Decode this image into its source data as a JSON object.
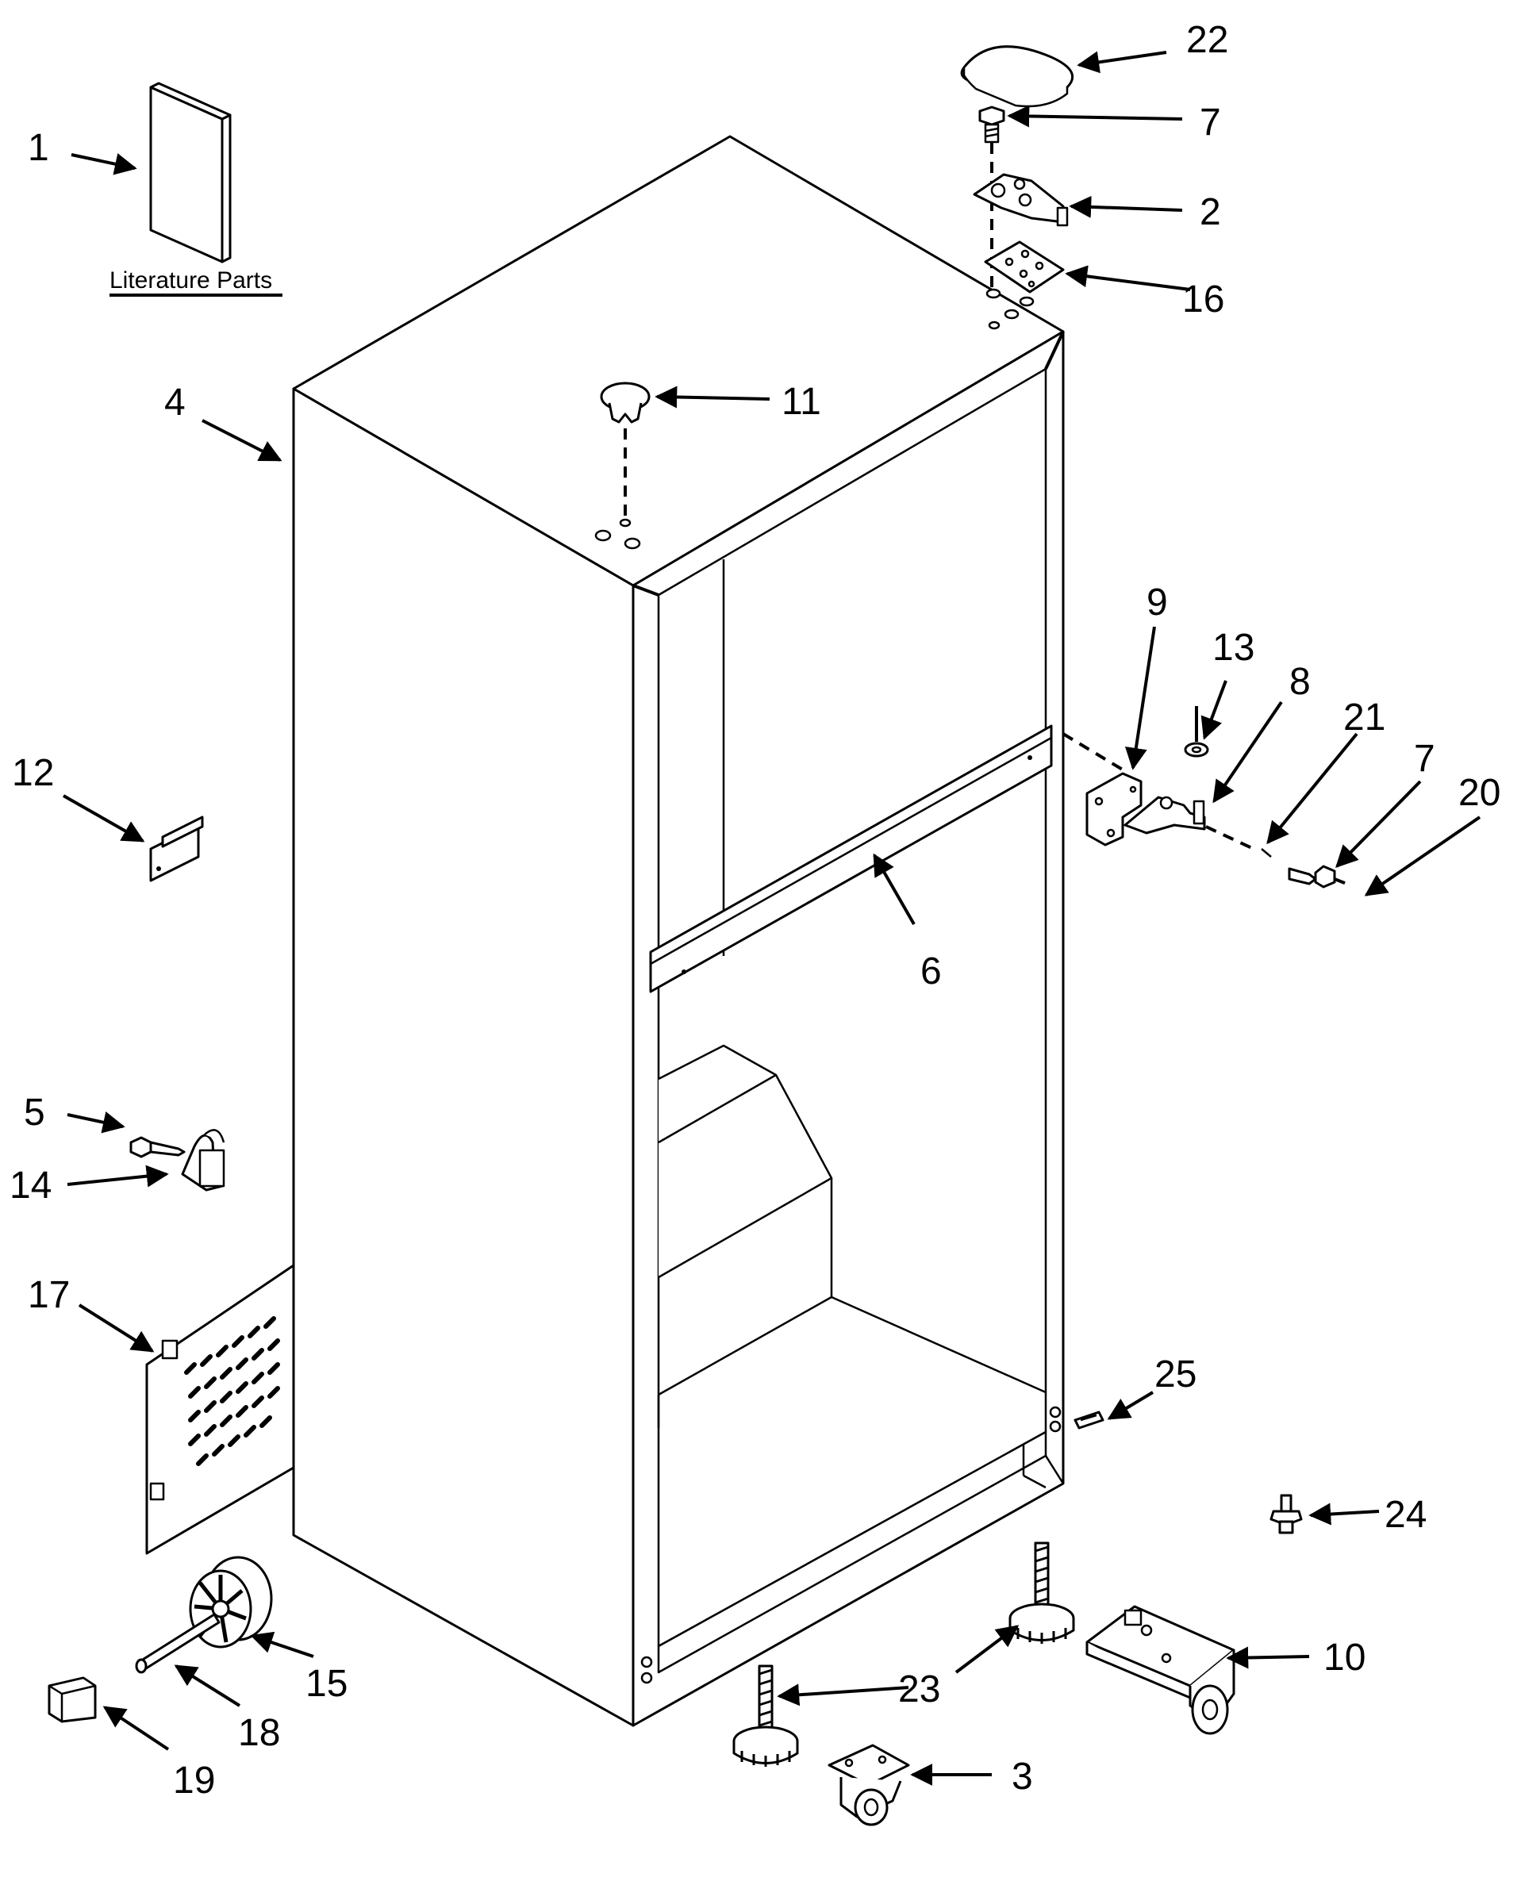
{
  "literature_caption": "Literature Parts",
  "callouts": {
    "c1": "1",
    "c2": "2",
    "c3": "3",
    "c4": "4",
    "c5": "5",
    "c6": "6",
    "c7a": "7",
    "c7b": "7",
    "c8": "8",
    "c9": "9",
    "c10": "10",
    "c11": "11",
    "c12": "12",
    "c13": "13",
    "c14": "14",
    "c15": "15",
    "c16": "16",
    "c17": "17",
    "c18": "18",
    "c19": "19",
    "c20": "20",
    "c21": "21",
    "c22": "22",
    "c23": "23",
    "c24": "24",
    "c25": "25"
  }
}
